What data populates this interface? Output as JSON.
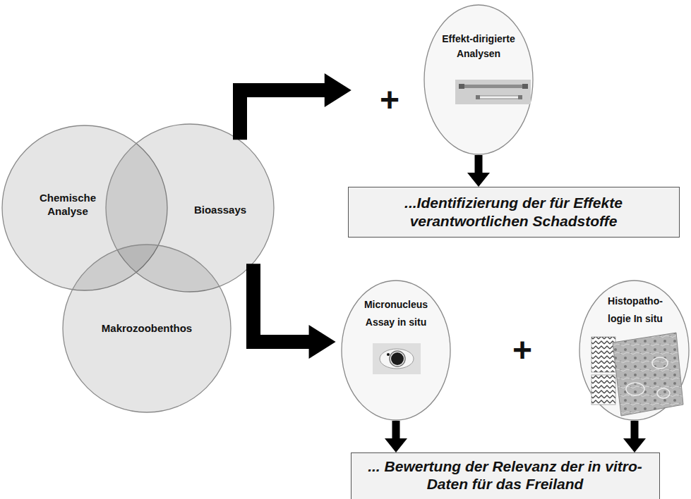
{
  "diagram": {
    "nodes": [
      {
        "text": [
          "Chemische Analyse"
        ]
      },
      {
        "text": [
          "Bioassays"
        ]
      },
      {
        "text": [
          "Makrozoobenthos"
        ]
      },
      {
        "text": [
          "Effekt-dirigierte Analysen"
        ]
      },
      {
        "text": [
          "...Identifizierung der für Effekte verantwortlichen Schadstoffe"
        ]
      },
      {
        "text": [
          "Micronucleus Assay in situ"
        ]
      },
      {
        "text": [
          "Histopatho- logie In situ"
        ]
      },
      {
        "text": [
          "... Bewertung der Relevanz der in vitro-Daten für das Freiland"
        ]
      }
    ],
    "edges": [
      {
        "from": 1,
        "to": 3,
        "arrow": "to"
      },
      {
        "from": 1,
        "to": 5,
        "arrow": "to"
      },
      {
        "from": 3,
        "to": 4,
        "arrow": "to"
      },
      {
        "from": 5,
        "to": 7,
        "arrow": "to"
      },
      {
        "from": 6,
        "to": 7,
        "arrow": "to"
      }
    ],
    "labels": [
      "+",
      "+"
    ]
  }
}
